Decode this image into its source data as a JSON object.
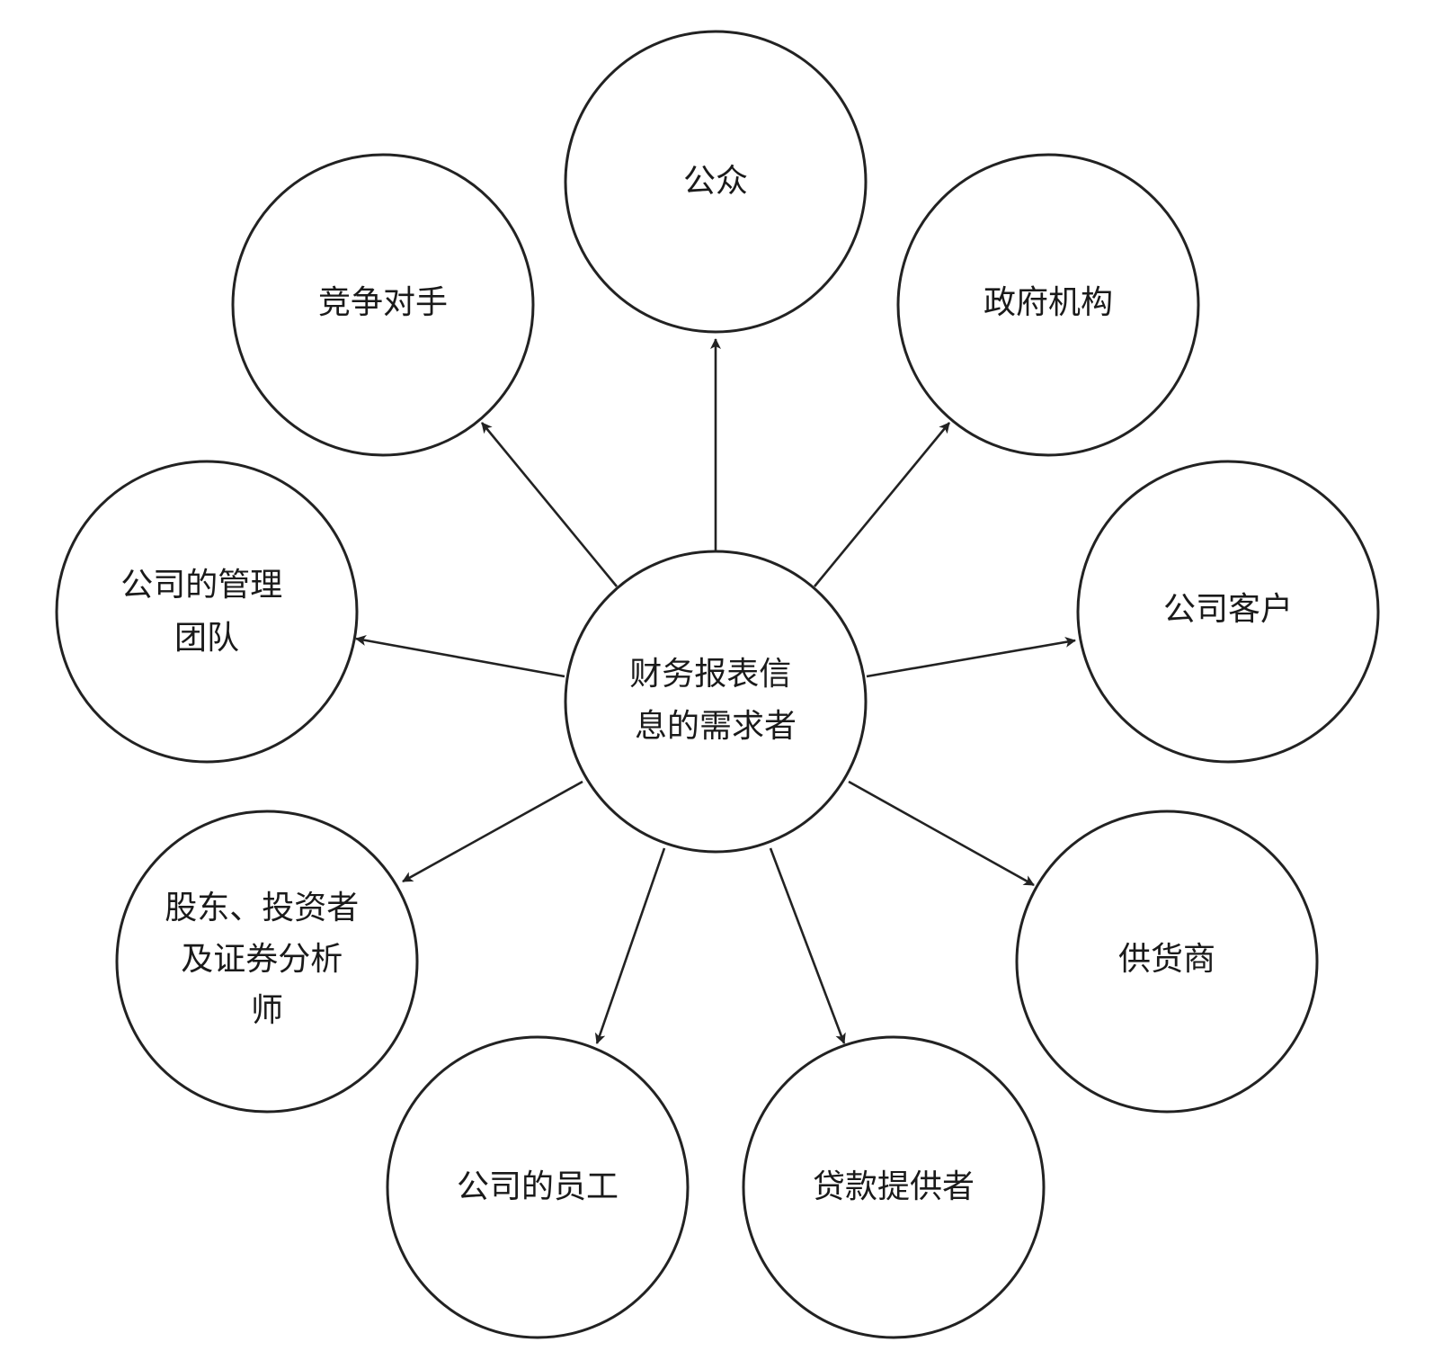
{
  "colors": {
    "stroke": "#222222",
    "text": "#1a1a1a",
    "background": "#ffffff"
  },
  "center": {
    "id": "center",
    "lines": [
      "财务报表信",
      "息的需求者"
    ]
  },
  "nodes": [
    {
      "id": "public",
      "lines": [
        "公众"
      ]
    },
    {
      "id": "government",
      "lines": [
        "政府机构"
      ]
    },
    {
      "id": "customers",
      "lines": [
        "公司客户"
      ]
    },
    {
      "id": "suppliers",
      "lines": [
        "供货商"
      ]
    },
    {
      "id": "lenders",
      "lines": [
        "贷款提供者"
      ]
    },
    {
      "id": "employees",
      "lines": [
        "公司的员工"
      ]
    },
    {
      "id": "shareholders",
      "lines": [
        "股东、投资者",
        "及证券分析",
        "师"
      ]
    },
    {
      "id": "management",
      "lines": [
        "公司的管理",
        "团队"
      ]
    },
    {
      "id": "competitors",
      "lines": [
        "竞争对手"
      ]
    }
  ]
}
